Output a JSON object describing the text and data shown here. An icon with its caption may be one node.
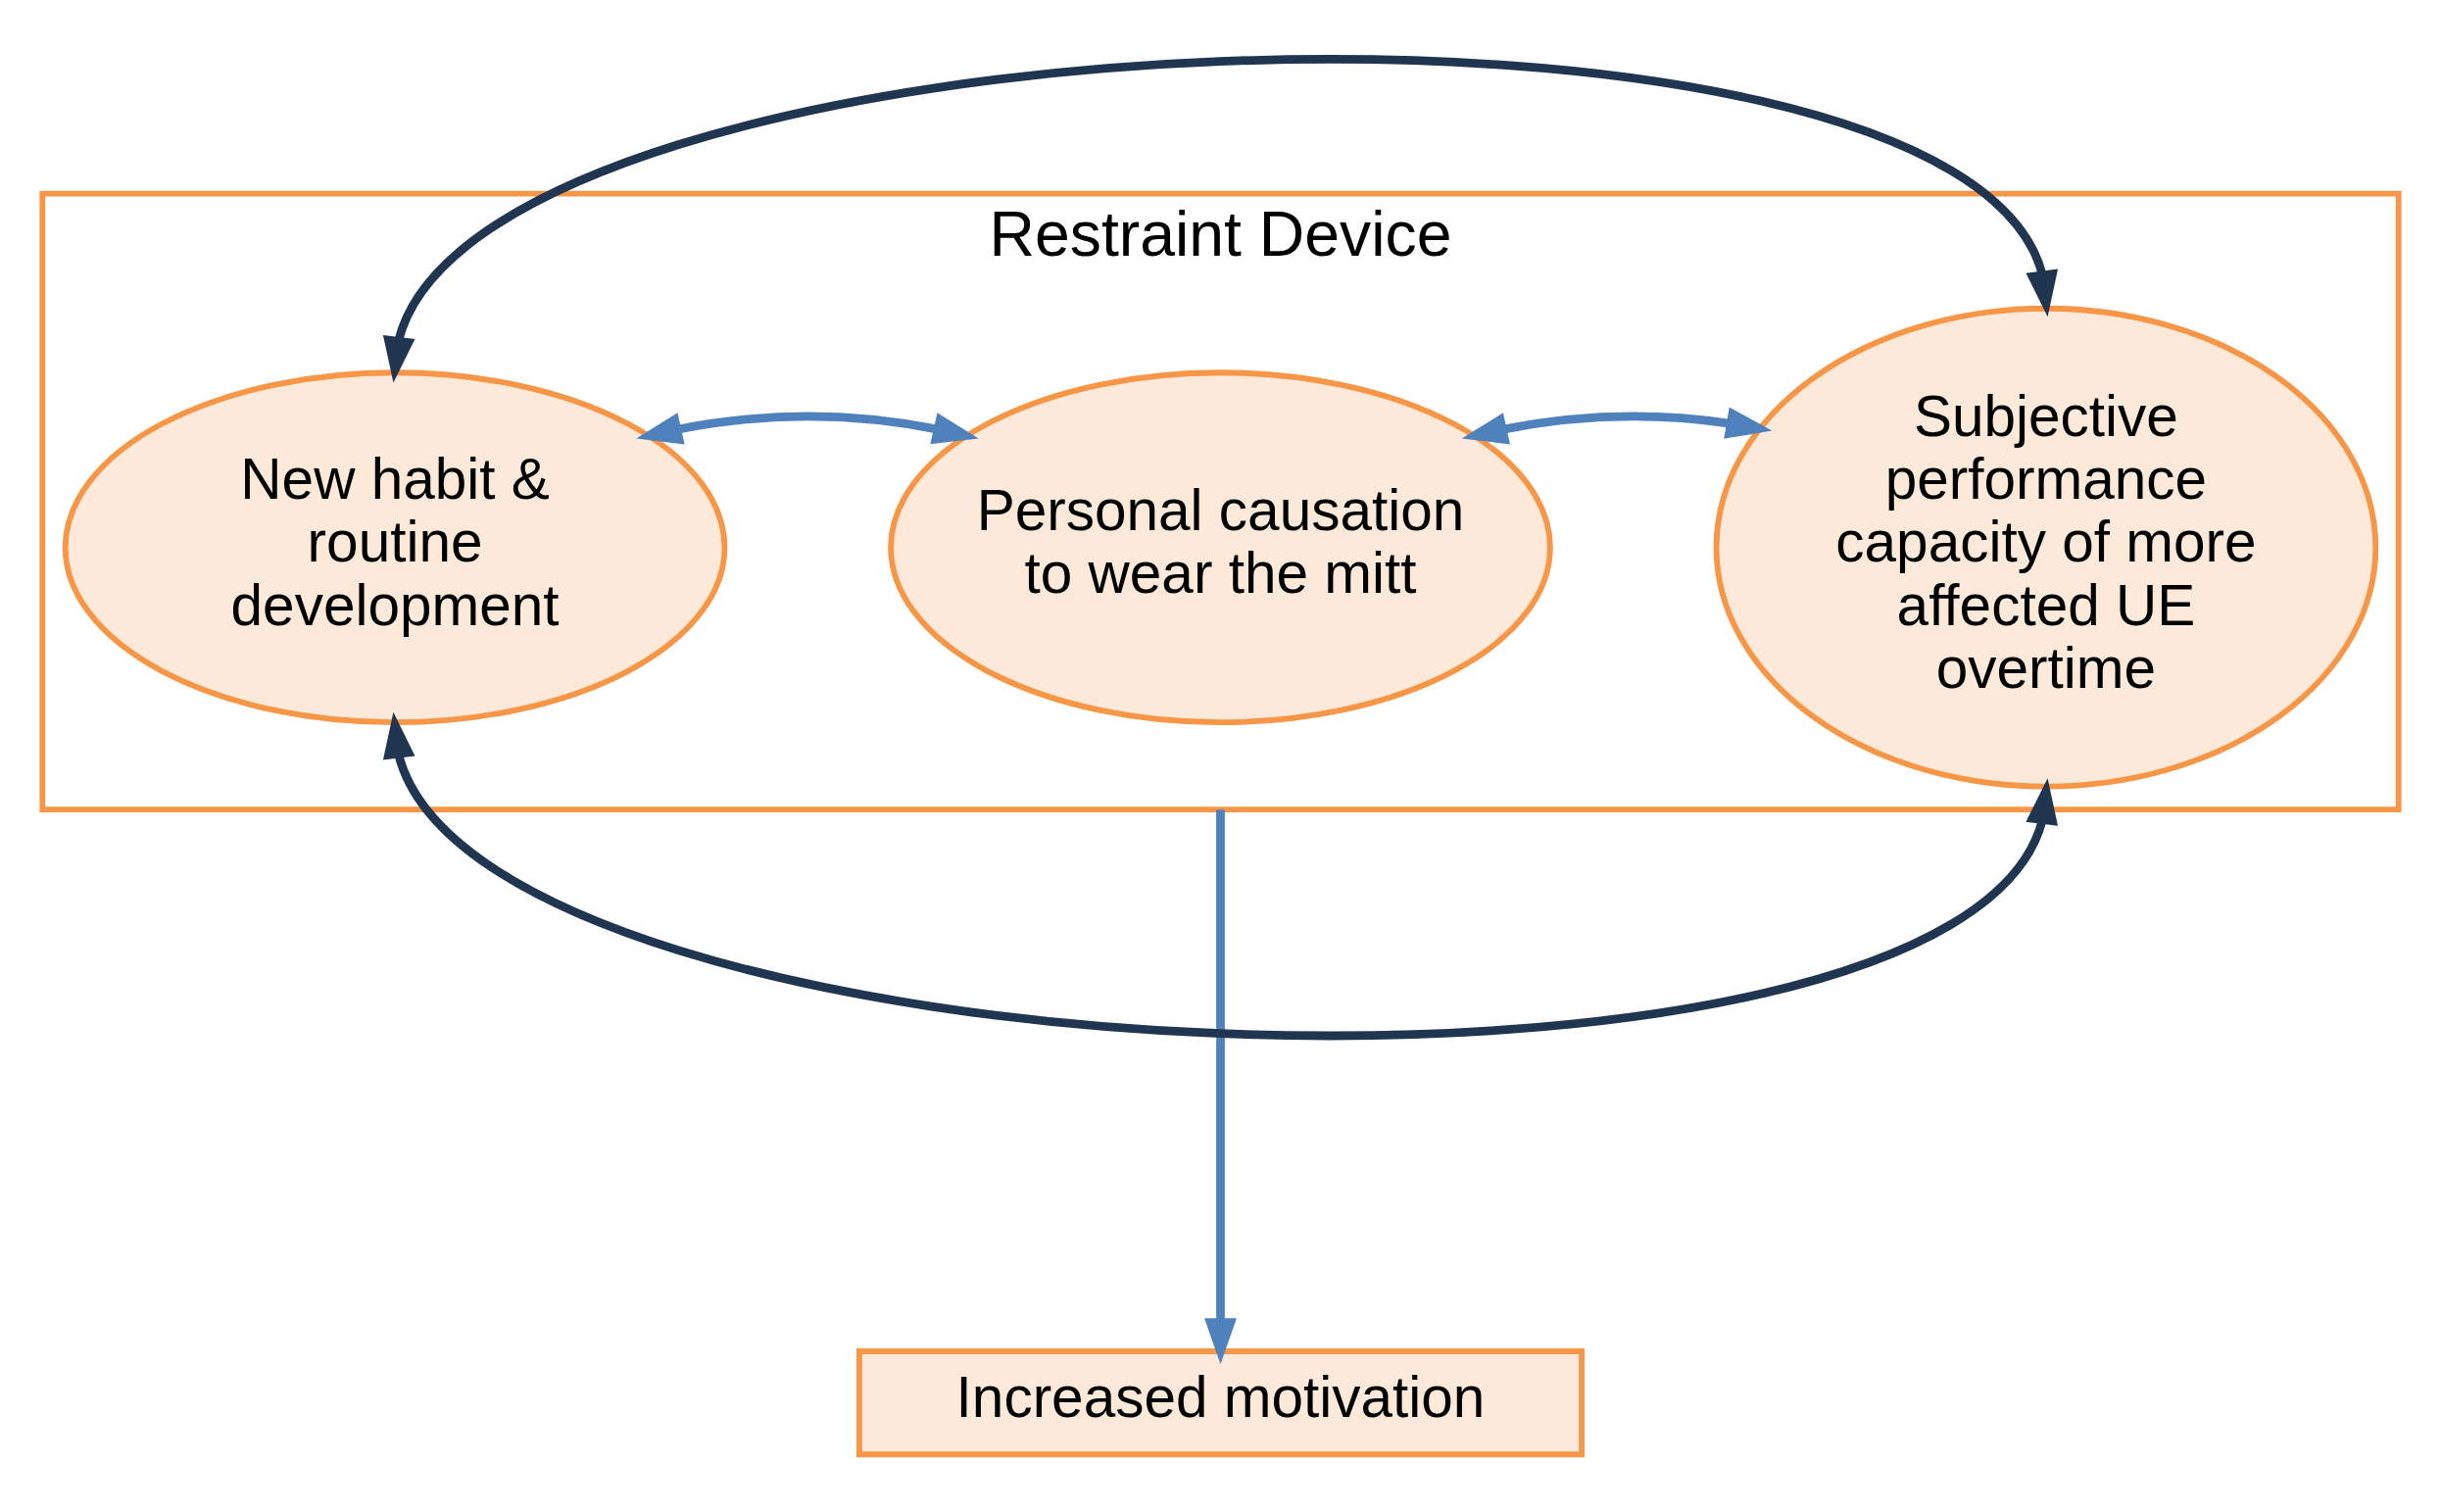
{
  "diagram": {
    "nodes": [
      {
        "text": [
          "Restraint Device"
        ]
      },
      {
        "text": [
          "New habit & routine development"
        ],
        "in": 0
      },
      {
        "text": [
          "Personal causation to wear the mitt"
        ],
        "in": 0
      },
      {
        "text": [
          "Subjective performance capacity of more affected UE overtime"
        ],
        "in": 0
      },
      {
        "text": [
          "Increased motivation"
        ]
      }
    ],
    "edges": [
      {
        "from": 1,
        "to": 2,
        "arrow": "both"
      },
      {
        "from": 2,
        "to": 3,
        "arrow": "both"
      },
      {
        "from": 1,
        "to": 3,
        "arrow": "both",
        "color": "#1f3550"
      },
      {
        "from": 3,
        "to": 1,
        "arrow": "both",
        "color": "#1f3550"
      },
      {
        "from": 0,
        "to": 4,
        "arrow": "to"
      }
    ]
  }
}
